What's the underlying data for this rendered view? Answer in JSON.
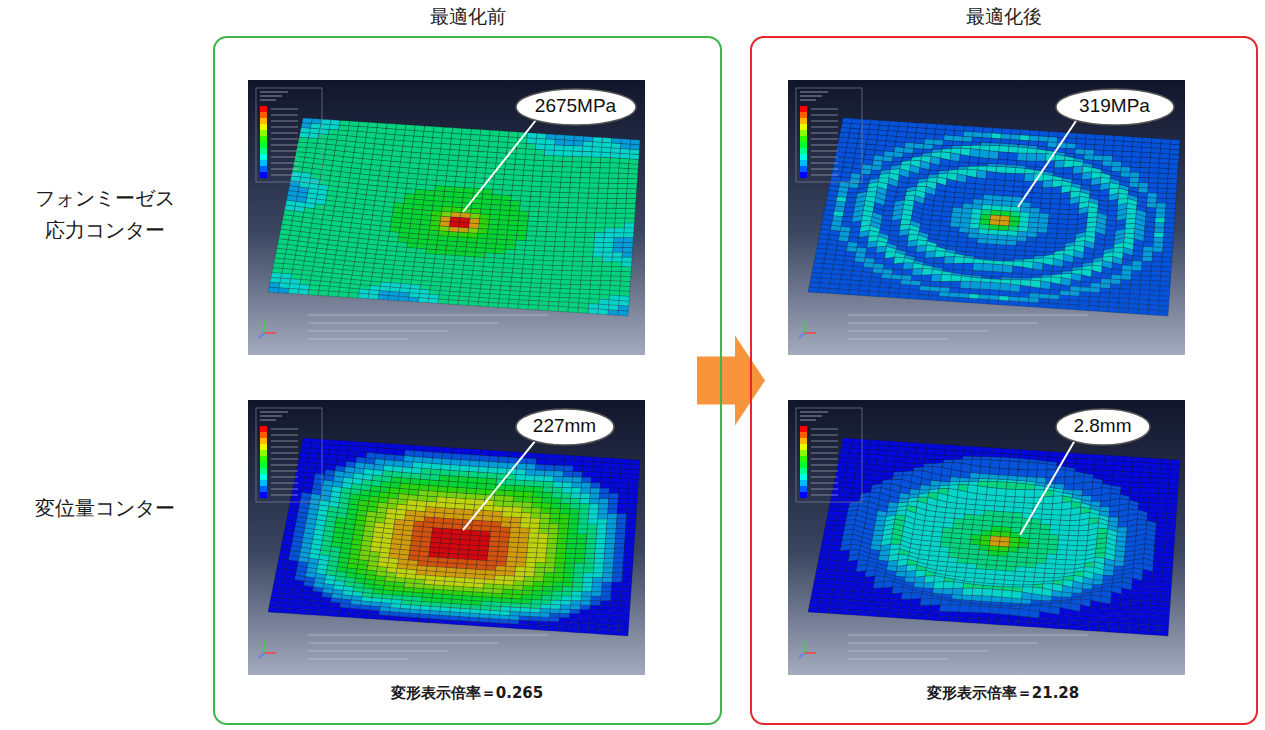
{
  "diagram": {
    "nodes": [
      {
        "text": [
          "最適化前"
        ]
      },
      {
        "text": [
          "2675MPa"
        ],
        "in": 0
      },
      {
        "text": [
          "227mm"
        ],
        "in": 0
      },
      {
        "text": [
          "最適化後"
        ]
      },
      {
        "text": [
          "319MPa"
        ],
        "in": 3
      },
      {
        "text": [
          "2.8mm"
        ],
        "in": 3
      }
    ],
    "edges": [
      {
        "from": 0,
        "to": 3,
        "arrow": "to"
      }
    ],
    "labels": [
      "フォンミーゼス 応力コンター",
      "変位量コンター",
      "変形表示倍率＝0.265",
      "変形表示倍率＝21.28"
    ]
  }
}
